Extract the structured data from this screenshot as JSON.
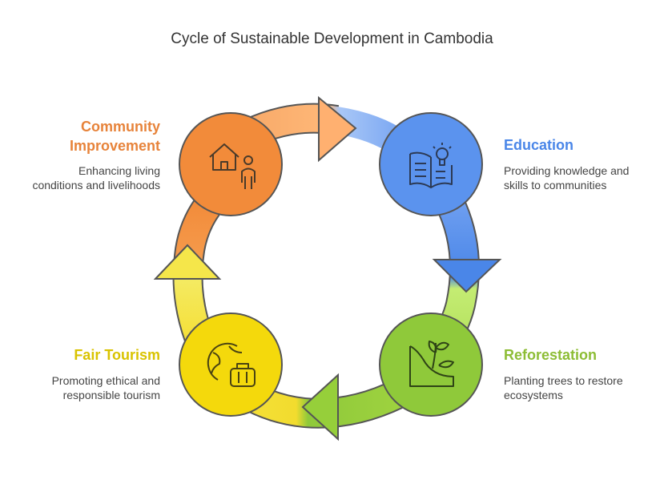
{
  "title": "Cycle of Sustainable Development in Cambodia",
  "stages": [
    {
      "name": "Community Improvement",
      "name_line1": "Community",
      "name_line2": "Improvement",
      "description_line1": "Enhancing living",
      "description_line2": "conditions and livelihoods",
      "color": "#f28b3a",
      "icon": "house-person-icon"
    },
    {
      "name": "Education",
      "description_line1": "Providing knowledge and",
      "description_line2": "skills to communities",
      "color": "#4a86e8",
      "icon": "book-lightbulb-icon"
    },
    {
      "name": "Reforestation",
      "description_line1": "Planting trees to restore",
      "description_line2": "ecosystems",
      "color": "#8fc93a",
      "icon": "sprout-hill-icon"
    },
    {
      "name": "Fair Tourism",
      "description_line1": "Promoting ethical and",
      "description_line2": "responsible tourism",
      "color": "#e5c900",
      "icon": "globe-luggage-icon"
    }
  ]
}
